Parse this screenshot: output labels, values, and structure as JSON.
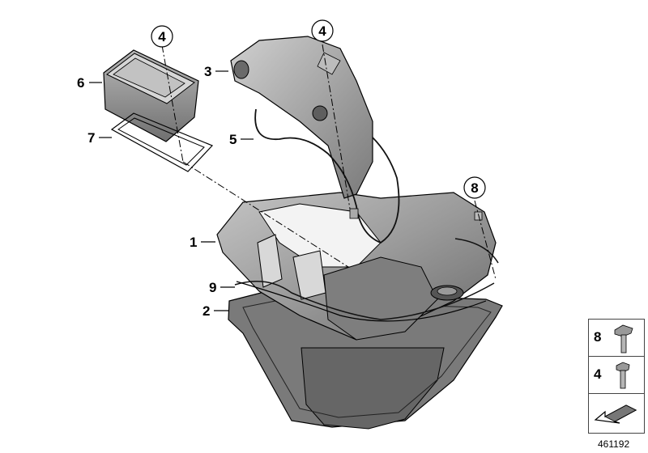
{
  "callouts": {
    "part_1": "1",
    "part_2": "2",
    "part_3": "3",
    "part_4_left": "4",
    "part_4_right": "4",
    "part_5": "5",
    "part_6": "6",
    "part_7": "7",
    "part_8": "8",
    "part_9": "9"
  },
  "legend": {
    "row_1": "8",
    "row_2": "4"
  },
  "reference_number": "461192",
  "colors": {
    "part_fill": "#8a8a8a",
    "part_light": "#bdbdbd",
    "part_dark": "#5a5a5a",
    "outline": "#000000"
  }
}
